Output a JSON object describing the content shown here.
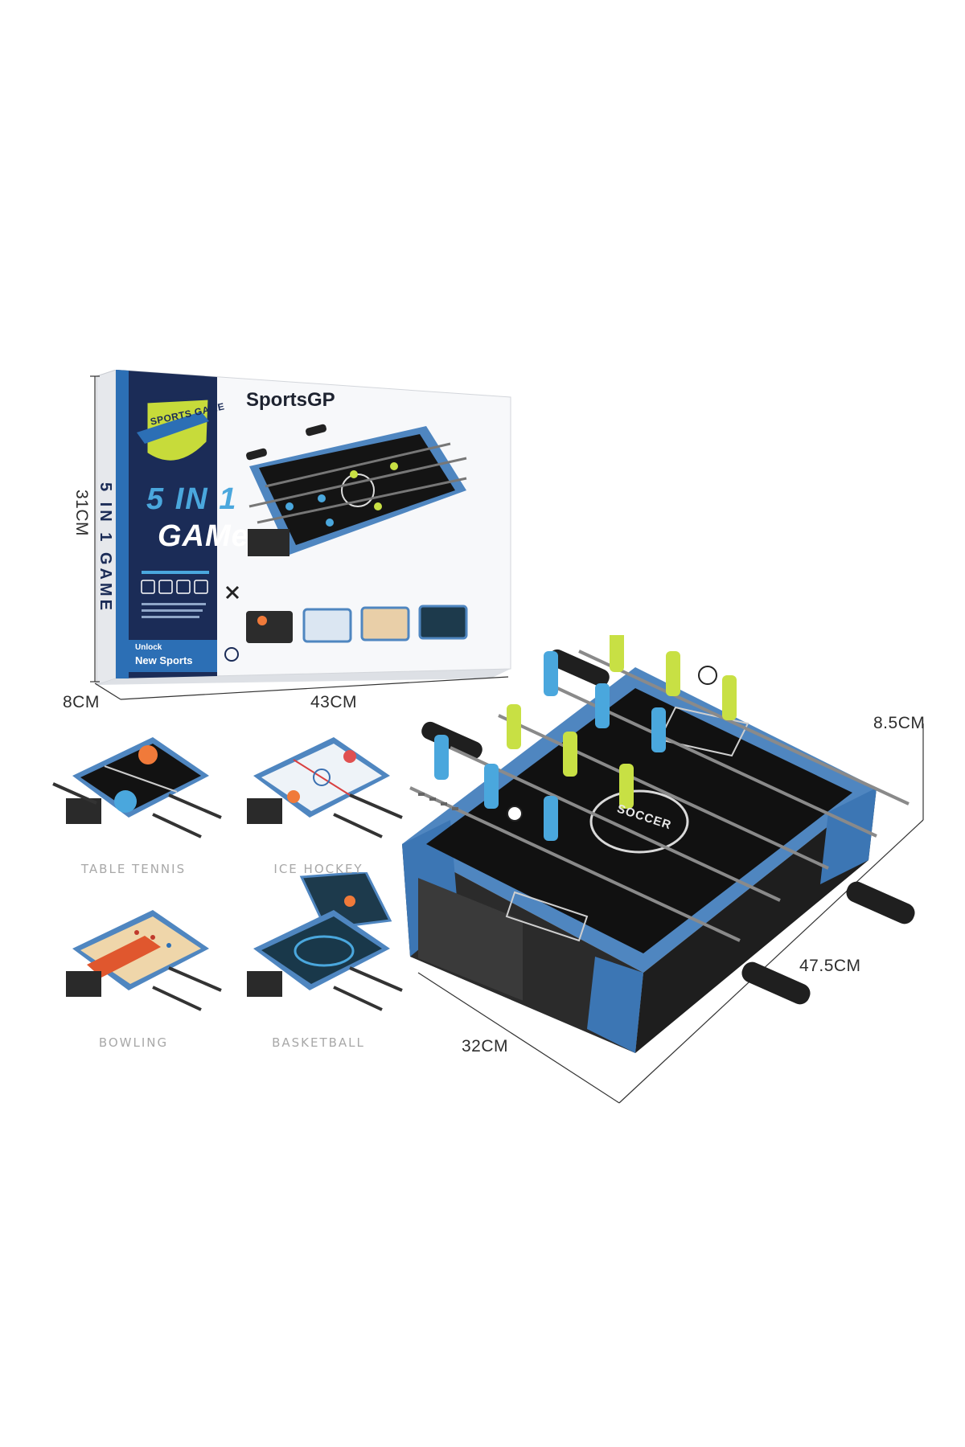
{
  "box": {
    "badge_text": "SPORTS GAME",
    "side_text": "5 IN 1 GAME",
    "title_line1": "5 IN 1",
    "title_line2": "GAMe",
    "brand": "SportsGP",
    "footer_line1": "Unlock",
    "footer_line2": "New Sports"
  },
  "dimensions": {
    "box_height": "31CM",
    "box_depth": "8CM",
    "box_width": "43CM",
    "table_height": "8.5CM",
    "table_length": "47.5CM",
    "table_width": "32CM"
  },
  "variants": [
    {
      "caption": "TABLE TENNIS"
    },
    {
      "caption": "ICE HOCKEY"
    },
    {
      "caption": "BOWLING"
    },
    {
      "caption": "BASKETBALL"
    }
  ],
  "table": {
    "center_logo_text": "SOCCER"
  },
  "colors": {
    "box_blue": "#2c6fb5",
    "box_navy": "#1b2c57",
    "frame_blue": "#4f86c0",
    "frame_black": "#1a1a1a",
    "team_cyan": "#4aa7dd",
    "team_lime": "#c8e044"
  }
}
